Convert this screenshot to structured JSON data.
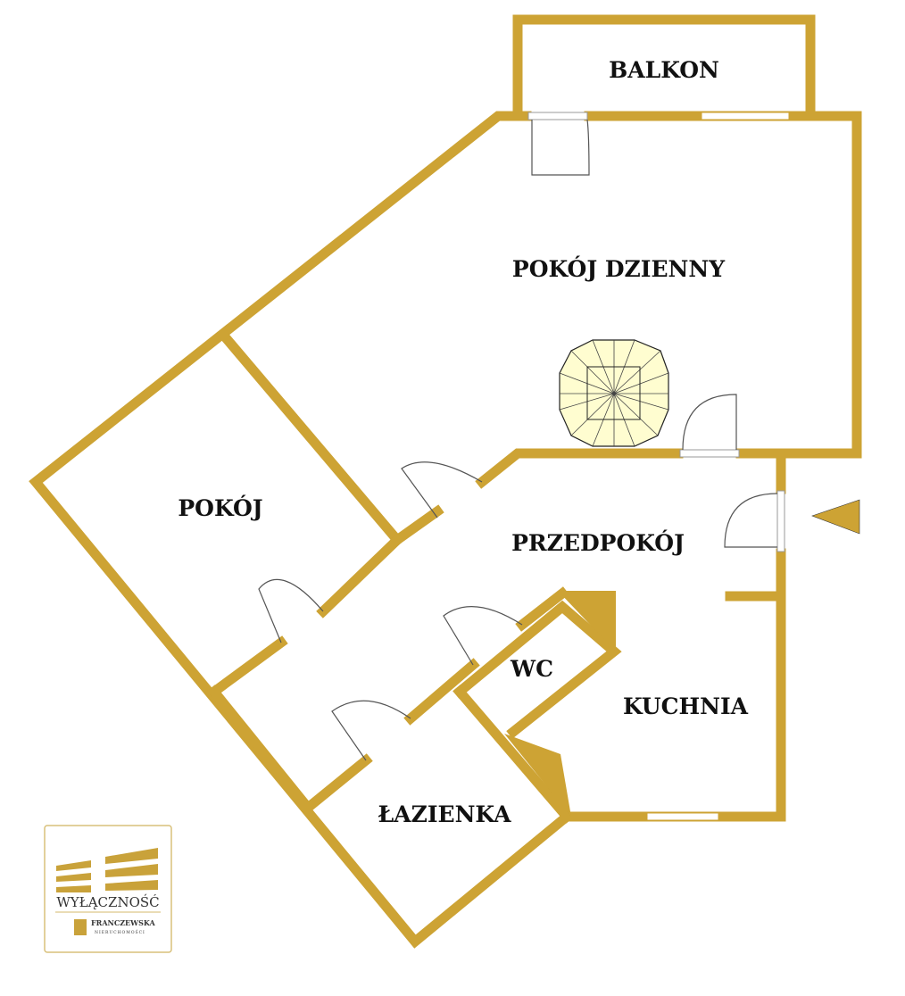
{
  "rooms": {
    "balkon": "BALKON",
    "living_room": "POKÓJ DZIENNY",
    "room": "POKÓJ",
    "hallway": "PRZEDPOKÓJ",
    "wc": "WC",
    "kitchen": "KUCHNIA",
    "bathroom": "ŁAZIENKA"
  },
  "logo": {
    "headline": "WYŁĄCZNOŚĆ",
    "brand": "FRANCZEWSKA",
    "brand_sub": "NIERUCHOMOŚCI"
  },
  "colors": {
    "wall": "#CDA334",
    "stairs": "#FFFDD0"
  }
}
